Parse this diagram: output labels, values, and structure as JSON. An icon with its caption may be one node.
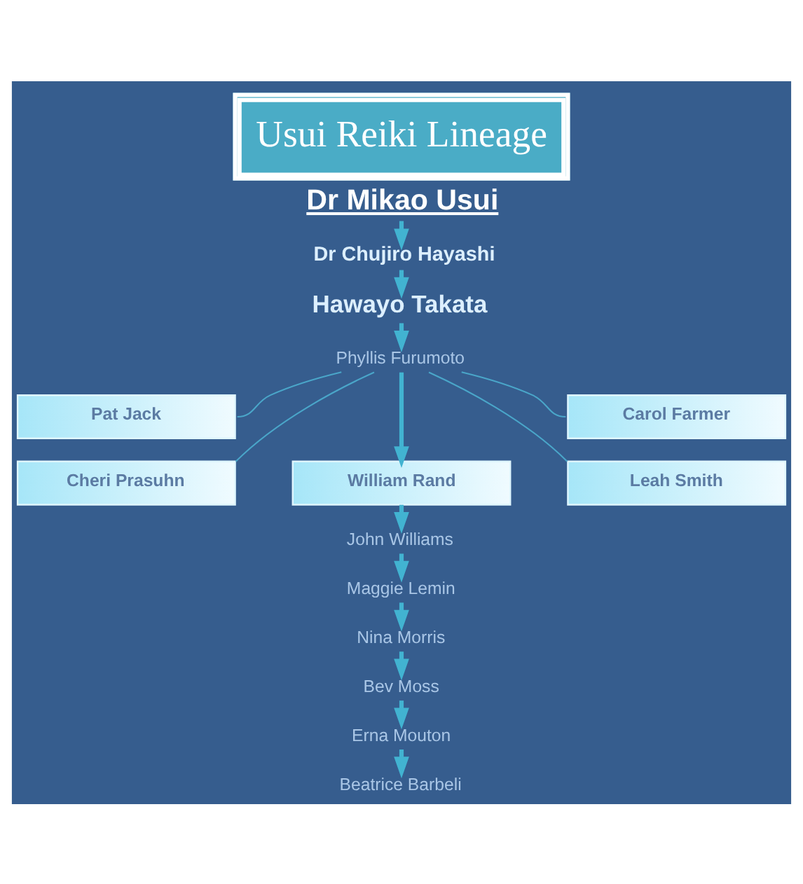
{
  "diagram": {
    "title": "Usui Reiki Lineage",
    "nodes": [
      {
        "text": [
          "Dr Mikao Usui"
        ]
      },
      {
        "text": [
          "Dr Chujiro Hayashi"
        ]
      },
      {
        "text": [
          "Hawayo Takata"
        ]
      },
      {
        "text": [
          "Phyllis Furumoto"
        ]
      },
      {
        "text": [
          "Pat Jack"
        ]
      },
      {
        "text": [
          "Carol Farmer"
        ]
      },
      {
        "text": [
          "Cheri Prasuhn"
        ]
      },
      {
        "text": [
          "Leah Smith"
        ]
      },
      {
        "text": [
          "William Rand"
        ]
      },
      {
        "text": [
          "John Williams"
        ]
      },
      {
        "text": [
          "Maggie Lemin"
        ]
      },
      {
        "text": [
          "Nina Morris"
        ]
      },
      {
        "text": [
          "Bev Moss"
        ]
      },
      {
        "text": [
          "Erna Mouton"
        ]
      },
      {
        "text": [
          "Beatrice Barbeli"
        ]
      }
    ],
    "edges": [
      {
        "from": 0,
        "to": 1,
        "arrow": "to"
      },
      {
        "from": 1,
        "to": 2,
        "arrow": "to"
      },
      {
        "from": 2,
        "to": 3,
        "arrow": "to"
      },
      {
        "from": 3,
        "to": 4,
        "arrow": "none"
      },
      {
        "from": 3,
        "to": 5,
        "arrow": "none"
      },
      {
        "from": 3,
        "to": 6,
        "arrow": "none"
      },
      {
        "from": 3,
        "to": 7,
        "arrow": "none"
      },
      {
        "from": 3,
        "to": 8,
        "arrow": "to"
      },
      {
        "from": 8,
        "to": 9,
        "arrow": "to"
      },
      {
        "from": 9,
        "to": 10,
        "arrow": "to"
      },
      {
        "from": 10,
        "to": 11,
        "arrow": "to"
      },
      {
        "from": 11,
        "to": 12,
        "arrow": "to"
      },
      {
        "from": 12,
        "to": 13,
        "arrow": "to"
      },
      {
        "from": 13,
        "to": 14,
        "arrow": "to"
      }
    ]
  }
}
